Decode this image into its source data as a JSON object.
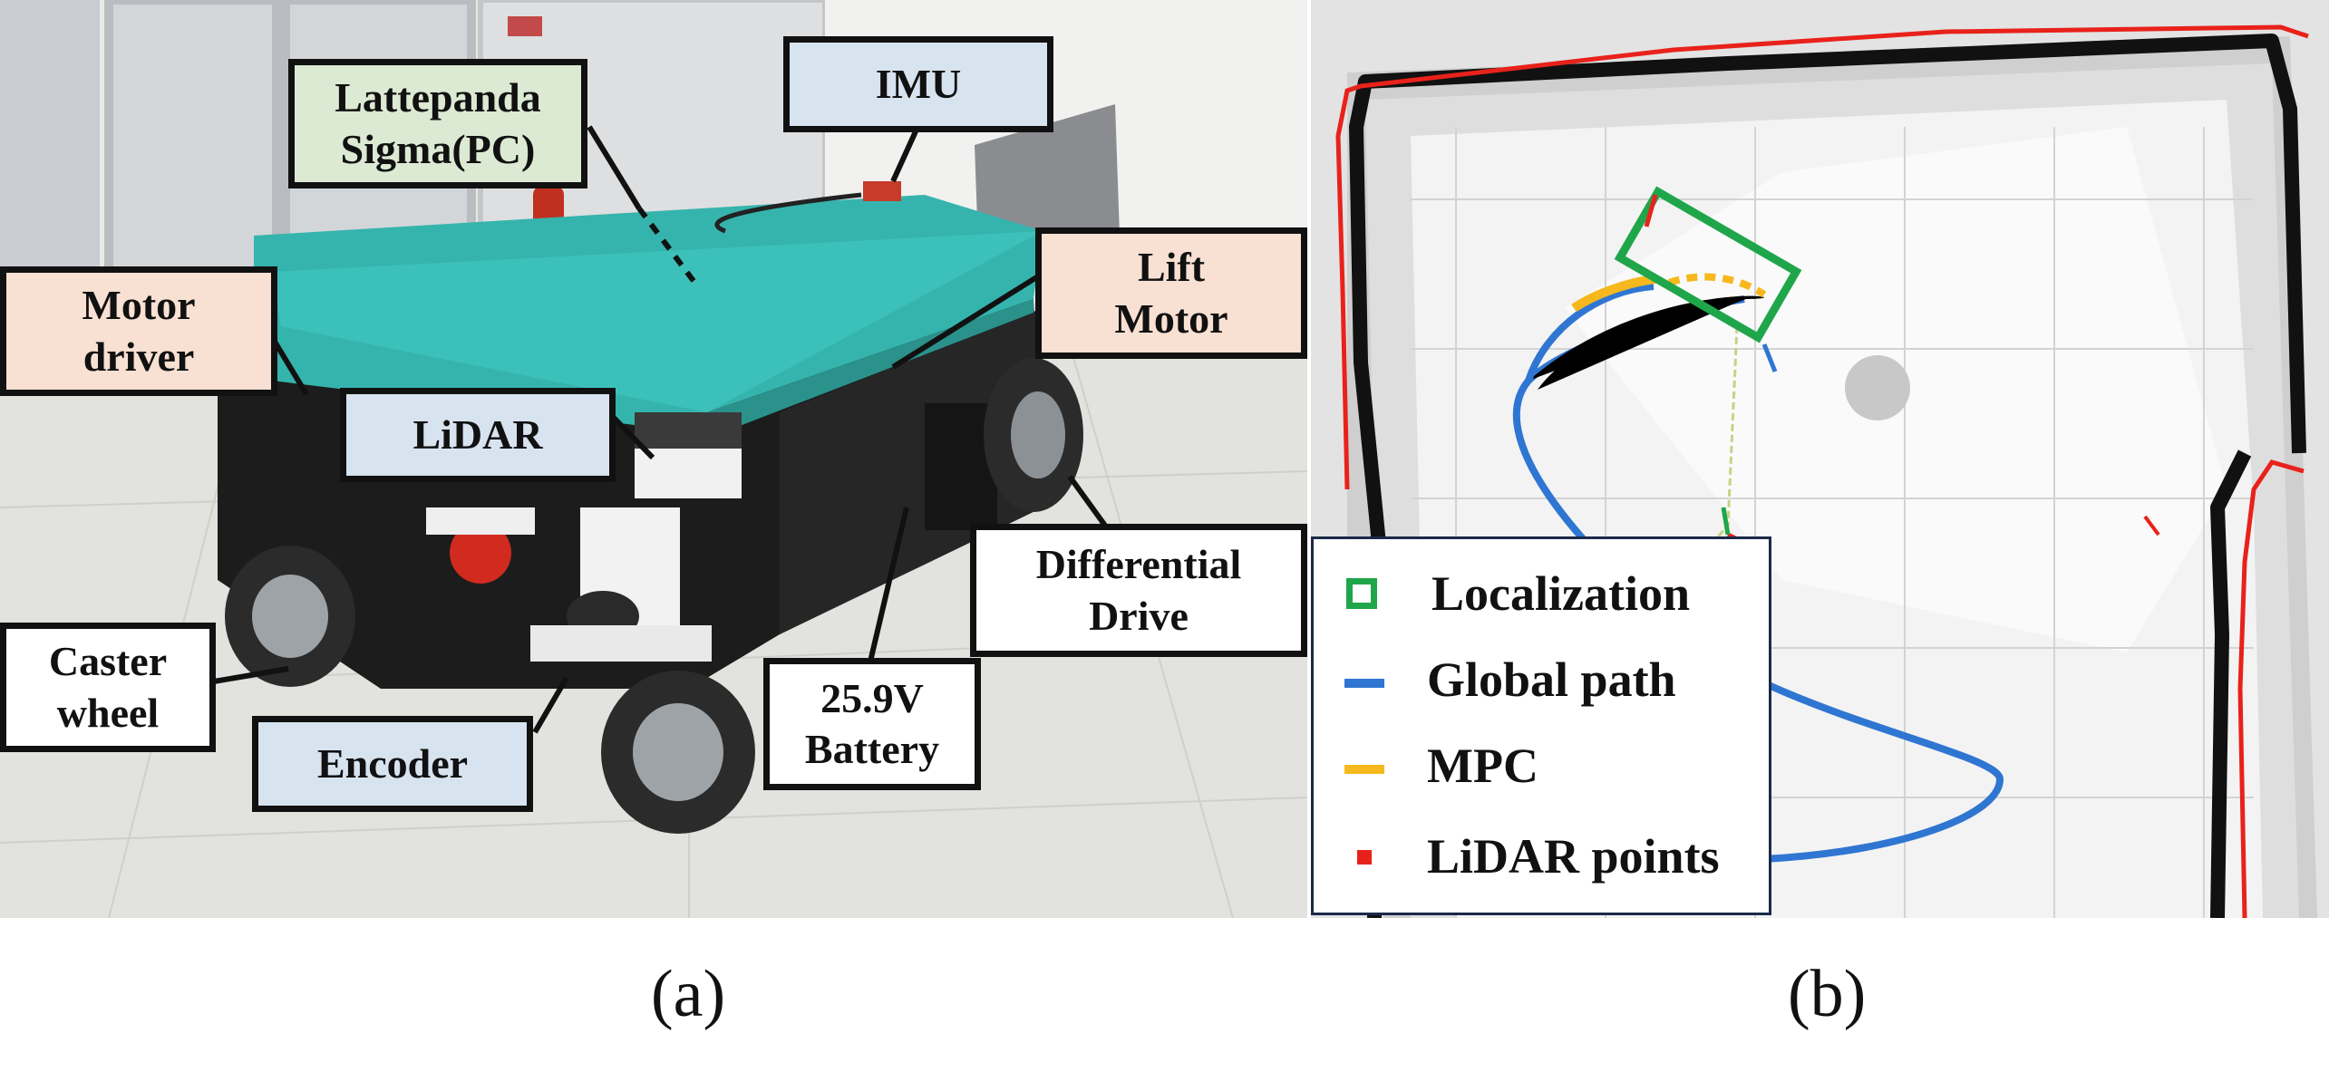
{
  "panel_a": {
    "caption": "(a)",
    "callouts": {
      "lattepanda": "Lattepanda\nSigma(PC)",
      "imu": "IMU",
      "motor_driver": "Motor\ndriver",
      "lift_motor": "Lift\nMotor",
      "lidar": "LiDAR",
      "differential_drive": "Differential\nDrive",
      "caster_wheel": "Caster\nwheel",
      "encoder": "Encoder",
      "battery": "25.9V\nBattery"
    },
    "colors": {
      "body_top": "#35b4ad",
      "body_black": "#1c1c1c",
      "floor": "#e2e2de"
    }
  },
  "panel_b": {
    "caption": "(b)",
    "legend": {
      "localization": "Localization",
      "global_path": "Global path",
      "mpc": "MPC",
      "lidar_points": "LiDAR points"
    },
    "colors": {
      "localization": "#1fa64a",
      "global_path": "#2f76d2",
      "mpc": "#f6b81c",
      "lidar_points": "#e8221b"
    }
  }
}
